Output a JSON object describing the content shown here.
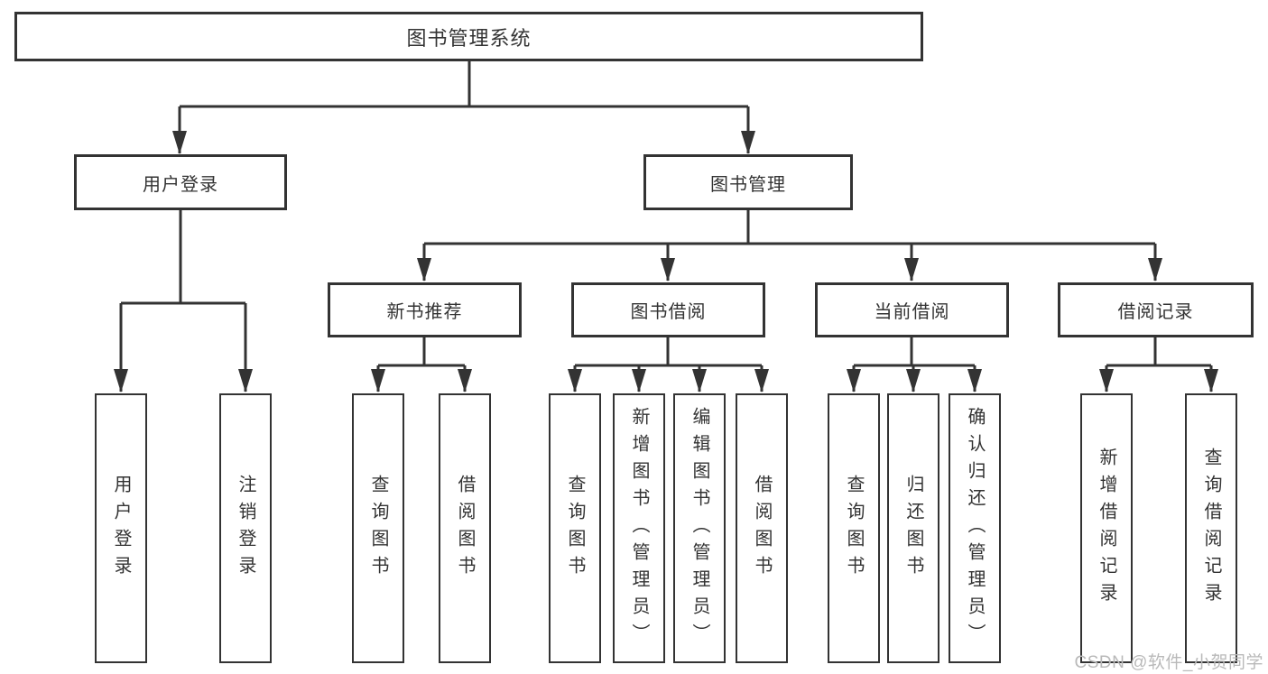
{
  "diagram": {
    "root": {
      "label": "图书管理系统"
    },
    "level1": [
      {
        "id": "user-login",
        "label": "用户登录"
      },
      {
        "id": "book-management",
        "label": "图书管理"
      }
    ],
    "level2": [
      {
        "id": "new-book-recommend",
        "label": "新书推荐"
      },
      {
        "id": "book-borrow",
        "label": "图书借阅"
      },
      {
        "id": "current-borrow",
        "label": "当前借阅"
      },
      {
        "id": "borrow-records",
        "label": "借阅记录"
      }
    ],
    "leaves": {
      "login": [
        "用户登录",
        "注销登录"
      ],
      "recommend": [
        "查询图书",
        "借阅图书"
      ],
      "borrow": [
        "查询图书",
        "新增图书（管理员）",
        "编辑图书（管理员）",
        "借阅图书"
      ],
      "current": [
        "查询图书",
        "归还图书",
        "确认归还（管理员）"
      ],
      "records": [
        "新增借阅记录",
        "查询借阅记录"
      ]
    }
  },
  "watermark": "CSDN @软件_小贺同学",
  "colors": {
    "line": "#333333",
    "box_border": "#333333",
    "text": "#333333",
    "watermark": "#b9b9b9",
    "background": "#ffffff"
  }
}
